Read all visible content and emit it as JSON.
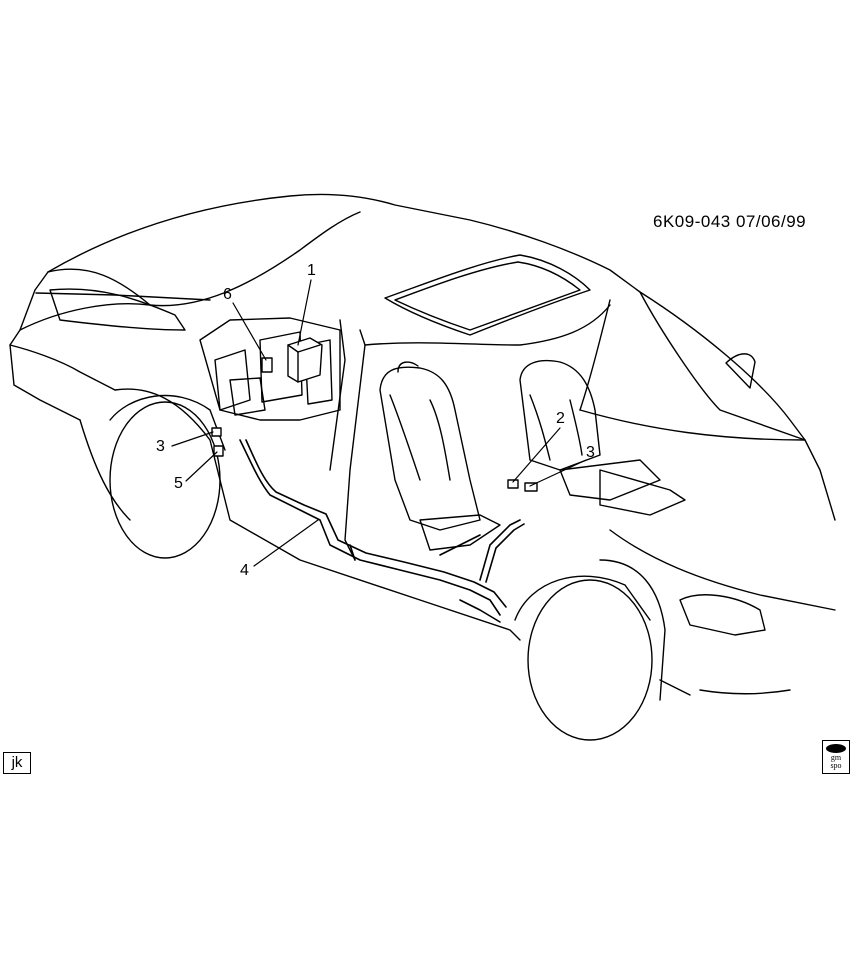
{
  "diagram": {
    "code": "6K09-043  07/06/99",
    "callouts": [
      {
        "id": "c1",
        "label": "1"
      },
      {
        "id": "c6",
        "label": "6"
      },
      {
        "id": "c2",
        "label": "2"
      },
      {
        "id": "c3a",
        "label": "3"
      },
      {
        "id": "c3b",
        "label": "3"
      },
      {
        "id": "c5",
        "label": "5"
      },
      {
        "id": "c4",
        "label": "4"
      }
    ],
    "corner_tag": "jk",
    "logo": {
      "line1": "gm",
      "line2": "spo"
    }
  }
}
